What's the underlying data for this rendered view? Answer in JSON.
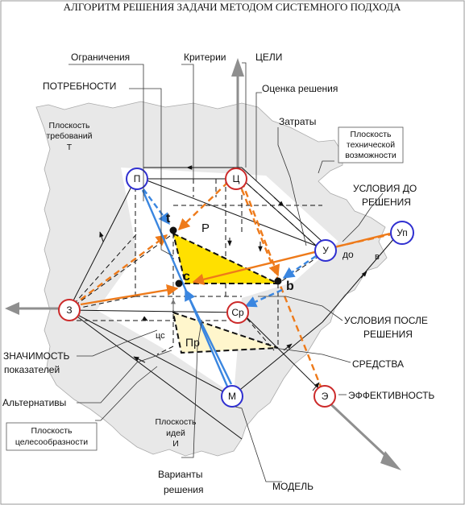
{
  "title": "АЛГОРИТМ РЕШЕНИЯ ЗАДАЧИ МЕТОДОМ СИСТЕМНОГО ПОДХОДА",
  "colors": {
    "red_node": "#cc2a2a",
    "blue_node": "#2f2fd0",
    "orange": "#ee7a1a",
    "blue_line": "#3a86e0",
    "yellow": "#ffe000",
    "pale_yellow": "#fff6cc",
    "gray": "#888888"
  },
  "nodes": {
    "p": "П",
    "c": "Ц",
    "u": "У",
    "up": "Уп",
    "z": "З",
    "sr": "Ср",
    "m": "М",
    "e": "Э"
  },
  "points": {
    "t": "t",
    "c": "c",
    "b": "b",
    "p_big": "P",
    "pr": "Пр",
    "cs": "цс",
    "do": "до",
    "v": "в"
  },
  "labels": {
    "ogranicheniya": "Ограничения",
    "kriterii": "Критерии",
    "celi": "ЦЕЛИ",
    "potrebnosti": "ПОТРЕБНОСТИ",
    "ocenka": "Оценка решения",
    "zatraty": "Затраты",
    "usloviya_do_1": "УСЛОВИЯ ДО",
    "usloviya_do_2": "РЕШЕНИЯ",
    "usloviya_posle_1": "УСЛОВИЯ ПОСЛЕ",
    "usloviya_posle_2": "РЕШЕНИЯ",
    "sredstva": "СРЕДСТВА",
    "effektivnost": "ЭФФЕКТИВНОСТЬ",
    "znachimost_1": "ЗНАЧИМОСТЬ",
    "znachimost_2": "показателей",
    "alternativy": "Альтернативы",
    "varianty_1": "Варианты",
    "varianty_2": "решения",
    "model": "МОДЕЛЬ"
  },
  "planes": {
    "trebovaniy_1": "Плоскость",
    "trebovaniy_2": "требований",
    "trebovaniy_3": "Т",
    "tehn_1": "Плоскость",
    "tehn_2": "технической",
    "tehn_3": "возможности",
    "idey_1": "Плоскость",
    "idey_2": "идей",
    "idey_3": "И",
    "celesoobr_1": "Плоскость",
    "celesoobr_2": "целесообразности"
  }
}
